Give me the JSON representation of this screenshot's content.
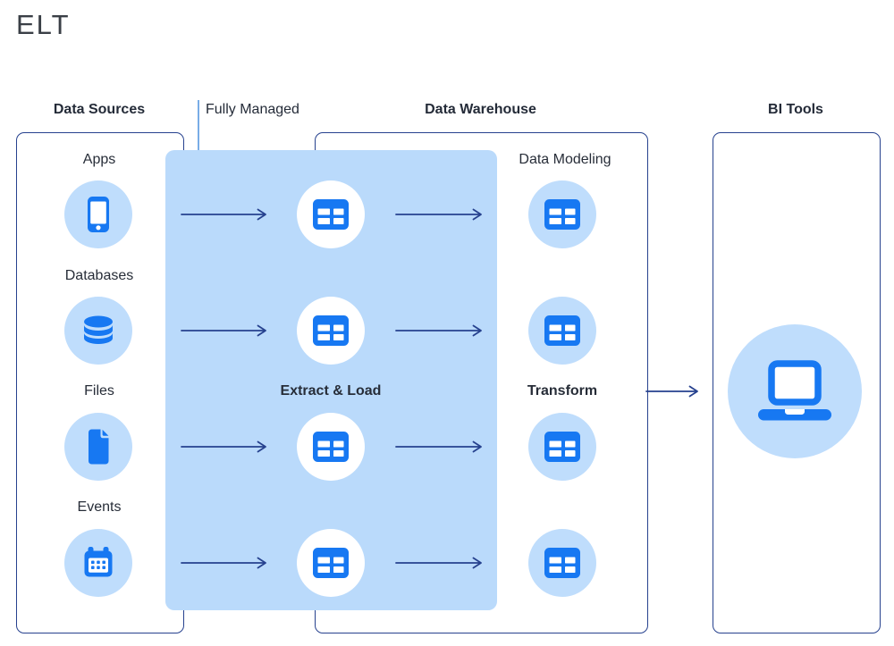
{
  "title": "ELT",
  "colors": {
    "accent_blue": "#1778f2",
    "light_circle_blue": "#bfddfc",
    "panel_blue": "#badafb",
    "border_navy": "#26418e",
    "arrow_navy": "#26418e",
    "connector_blue": "#79ade6",
    "text_dark": "#272d38"
  },
  "headers": {
    "data_sources": "Data Sources",
    "fully_managed": "Fully Managed",
    "data_warehouse": "Data Warehouse",
    "bi_tools": "BI Tools"
  },
  "sources": {
    "items": [
      {
        "label": "Apps",
        "icon": "smartphone-icon"
      },
      {
        "label": "Databases",
        "icon": "database-icon"
      },
      {
        "label": "Files",
        "icon": "file-icon"
      },
      {
        "label": "Events",
        "icon": "calendar-icon"
      }
    ]
  },
  "pipeline": {
    "extract_load_label": "Extract & Load",
    "stage_icon": "table-icon",
    "stage_count": 4
  },
  "warehouse": {
    "data_modeling_label": "Data Modeling",
    "transform_label": "Transform",
    "stage_icon": "table-icon"
  },
  "bi": {
    "device_icon": "laptop-icon"
  }
}
